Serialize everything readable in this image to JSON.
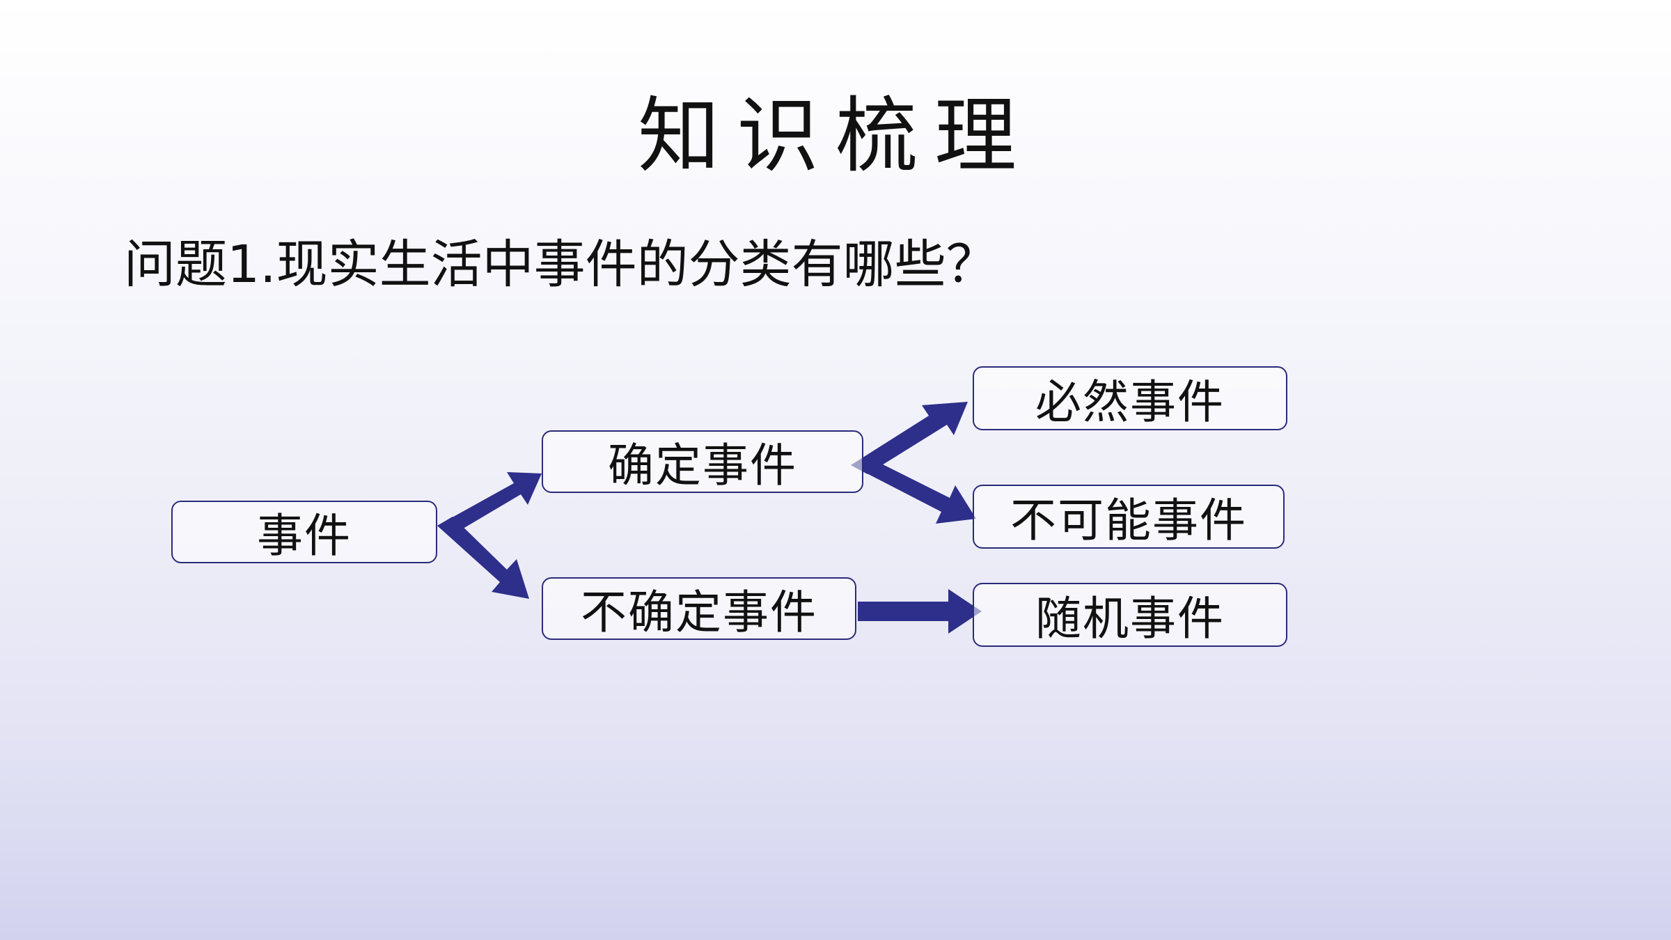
{
  "slide": {
    "title": "知识梳理",
    "question": "问题1.现实生活中事件的分类有哪些？"
  },
  "diagram": {
    "root": "事件",
    "certain": "确定事件",
    "uncertain": "不确定事件",
    "inevitable": "必然事件",
    "impossible": "不可能事件",
    "random": "随机事件",
    "arrow_color": "#2e2f8a"
  }
}
